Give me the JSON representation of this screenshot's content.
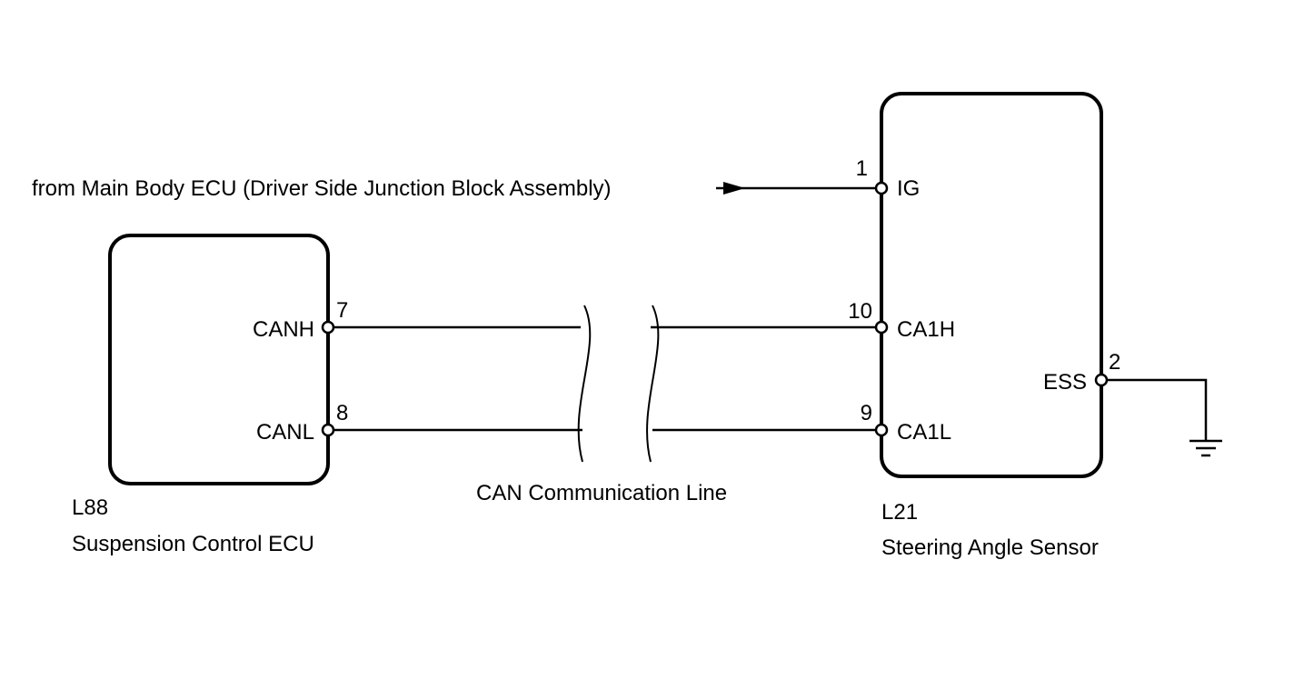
{
  "source_label": "from Main Body ECU (Driver Side Junction Block Assembly)",
  "bus_label": "CAN Communication Line",
  "left_component": {
    "code": "L88",
    "name": "Suspension Control ECU",
    "pins": [
      {
        "number": "7",
        "name": "CANH"
      },
      {
        "number": "8",
        "name": "CANL"
      }
    ]
  },
  "right_component": {
    "code": "L21",
    "name": "Steering Angle Sensor",
    "pins": [
      {
        "number": "1",
        "name": "IG"
      },
      {
        "number": "10",
        "name": "CA1H"
      },
      {
        "number": "9",
        "name": "CA1L"
      },
      {
        "number": "2",
        "name": "ESS"
      }
    ]
  },
  "connections": [
    {
      "from": "left_component.pins.0",
      "to": "right_component.pins.1",
      "via": "bus"
    },
    {
      "from": "left_component.pins.1",
      "to": "right_component.pins.2",
      "via": "bus"
    },
    {
      "from": "source",
      "to": "right_component.pins.0"
    },
    {
      "from": "right_component.pins.3",
      "to": "ground"
    }
  ]
}
